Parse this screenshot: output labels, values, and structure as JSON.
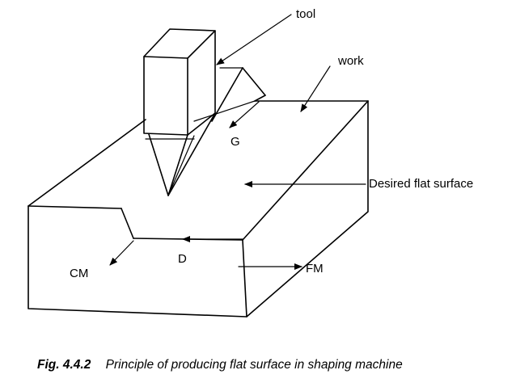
{
  "labels": {
    "tool": "tool",
    "work": "work",
    "g": "G",
    "desired_surface": "Desired flat surface",
    "cm": "CM",
    "d": "D",
    "fm": "FM"
  },
  "caption": {
    "number": "Fig. 4.4.2",
    "text": "Principle of producing flat surface in shaping machine"
  },
  "colors": {
    "ink": "#000000",
    "background": "#ffffff"
  }
}
